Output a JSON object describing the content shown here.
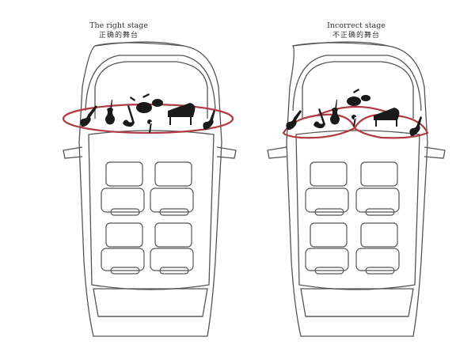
{
  "panels": [
    {
      "title": "The right stage",
      "subtitle": "正确的舞台",
      "stage_arc": "single"
    },
    {
      "title": "Incorrect stage",
      "subtitle": "不正确的舞台",
      "stage_arc": "split"
    }
  ],
  "colors": {
    "stage_ellipse": "#b03a44",
    "outline": "#555555",
    "instrument": "#1a1a1a"
  },
  "instruments": [
    "guitar-icon",
    "violin-icon",
    "saxophone-icon",
    "drum-kit-icon",
    "microphone-icon",
    "piano-icon",
    "guitar-icon"
  ]
}
